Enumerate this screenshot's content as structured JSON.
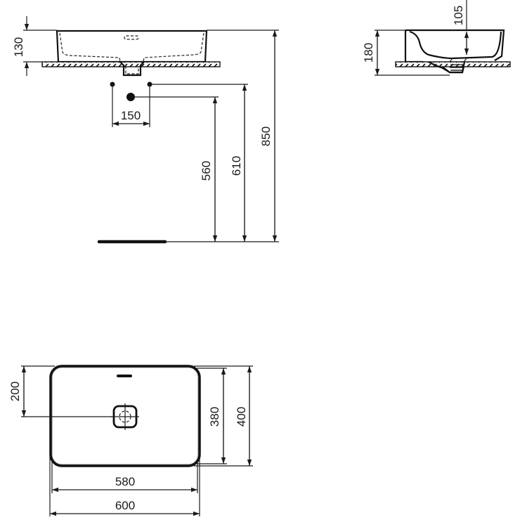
{
  "drawing": {
    "type": "technical-dimension-drawing",
    "subject": "rectangular countertop washbasin",
    "units": "mm",
    "colors": {
      "line": "#1a1a1a",
      "background": "#ffffff"
    }
  },
  "front_view": {
    "basin_height": "130",
    "tap_hole_spacing": "150",
    "waste_height": "560",
    "tap_supply_height": "610",
    "countertop_height": "850"
  },
  "side_view": {
    "overall_height": "180",
    "bowl_depth": "105"
  },
  "plan_view": {
    "waste_offset": "200",
    "inner_depth": "380",
    "outer_depth": "400",
    "inner_width": "580",
    "outer_width": "600"
  }
}
